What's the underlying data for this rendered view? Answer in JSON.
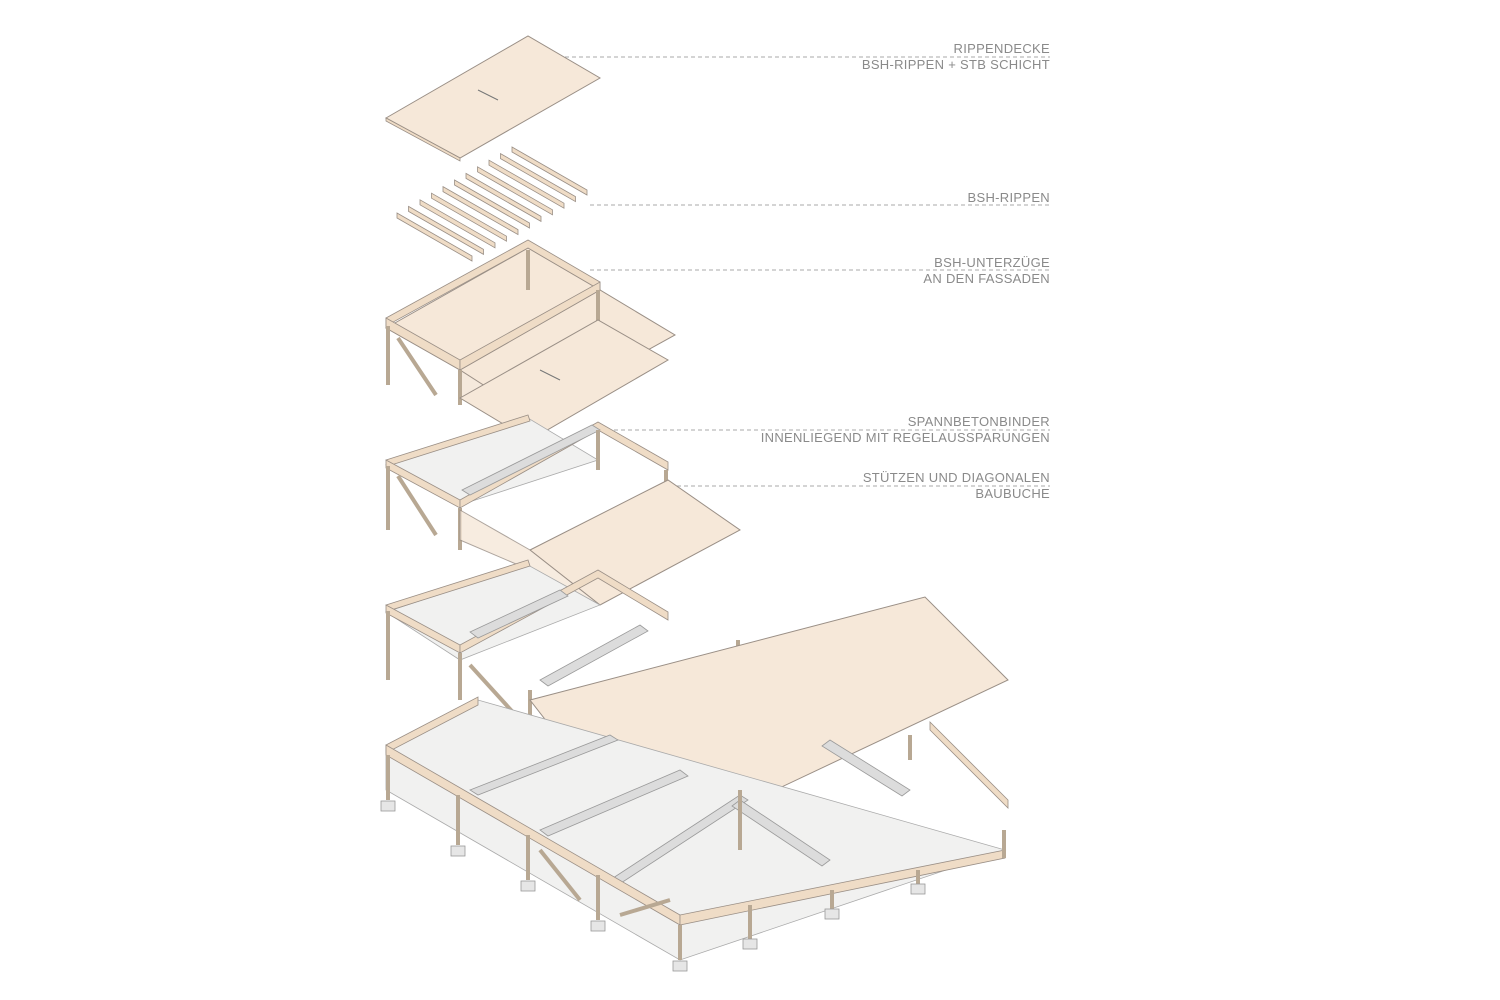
{
  "labels": [
    {
      "line1": "RIPPENDECKE",
      "line2": "BSH-RIPPEN + STB SCHICHT"
    },
    {
      "line1": "BSH-RIPPEN",
      "line2": ""
    },
    {
      "line1": "BSH-UNTERZÜGE",
      "line2": "AN DEN FASSADEN"
    },
    {
      "line1": "SPANNBETONBINDER",
      "line2": "INNENLIEGEND MIT REGELAUSSPARUNGEN"
    },
    {
      "line1": "STÜTZEN UND DIAGONALEN",
      "line2": "BAUBUCHE"
    }
  ]
}
